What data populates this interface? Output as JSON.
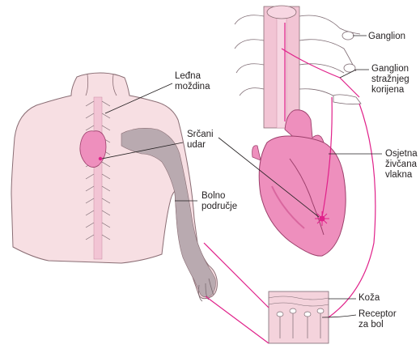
{
  "labels": {
    "ganglion": "Ganglion",
    "dorsal_root_ganglion": [
      "Ganglion",
      "stražnjeg",
      "korijena"
    ],
    "spinal_cord": [
      "Leđna",
      "moždina"
    ],
    "heart_attack": [
      "Srčani",
      "udar"
    ],
    "sensory_fibers": [
      "Osjetna",
      "živčana",
      "vlakna"
    ],
    "painful_area": [
      "Bolno",
      "područje"
    ],
    "skin": "Koža",
    "pain_receptor": [
      "Receptor",
      "za bol"
    ]
  },
  "colors": {
    "skin": "#f7dfe3",
    "skin_outline": "#8a6d74",
    "pain_area": "#b9aab0",
    "heart": "#ee8fbd",
    "heart_dark": "#d9679f",
    "nerve": "#e0218a",
    "cord": "#f2c4d4",
    "ink": "#231f20"
  }
}
